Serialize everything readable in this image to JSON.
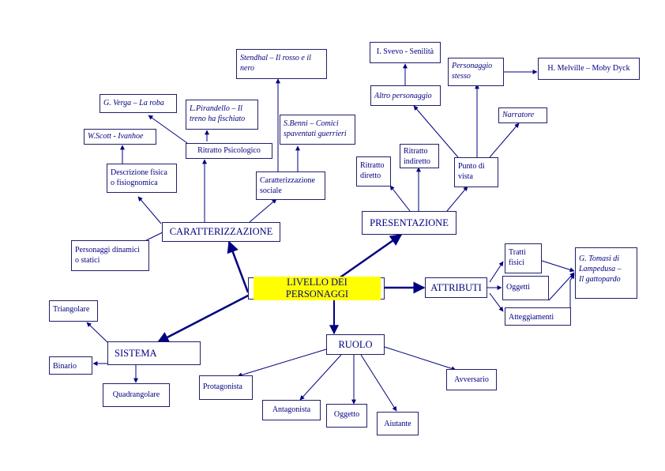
{
  "colors": {
    "line": "#000080",
    "text": "#000080",
    "highlight": "#ffff00"
  },
  "nodes": {
    "livello": "LIVELLO DEI PERSONAGGI",
    "caratterizzazione": "CARATTERIZZAZIONE",
    "presentazione": "PRESENTAZIONE",
    "attributi": "ATTRIBUTI",
    "sistema": "SISTEMA",
    "ruolo": "RUOLO",
    "personaggi_dinamici": "Personaggi dinamici\no statici",
    "descrizione_fisica": "Descrizione fisica\no fisiognomica",
    "wscott": "W.Scott - Ivanhoe",
    "ritratto_psicologico": "Ritratto Psicologico",
    "verga": "G. Verga – La roba",
    "pirandello": "L.Pirandello – Il\ntreno ha fischiato",
    "caratt_sociale": "Caratterizzazione\nsociale",
    "benni": "S.Benni – Comici\nspaventati guerrieri",
    "stendhal": "Stendhal – Il rosso e il\nnero",
    "ritratto_diretto": "Ritratto\ndiretto",
    "ritratto_indiretto": "Ritratto\nindiretto",
    "punto_di_vista": "Punto di\nvista",
    "altro_personaggio": "Altro personaggio",
    "svevo": "I. Svevo - Senilità",
    "personaggio_stesso": "Personaggio\nstesso",
    "melville": "H. Melville – Moby Dyck",
    "narratore": "Narratore",
    "tratti_fisici": "Tratti\nfisici",
    "oggetti": "Oggetti",
    "atteggiamenti": "Atteggiamenti",
    "tomasi": "G. Tomasi di\nLampedusa –\nIl gattopardo",
    "triangolare": "Triangolare",
    "binario": "Binario",
    "quadrangolare": "Quadrangolare",
    "protagonista": "Protagonista",
    "antagonista": "Antagonista",
    "oggetto": "Oggetto",
    "aiutante": "Aiutante",
    "avversario": "Avversario"
  }
}
